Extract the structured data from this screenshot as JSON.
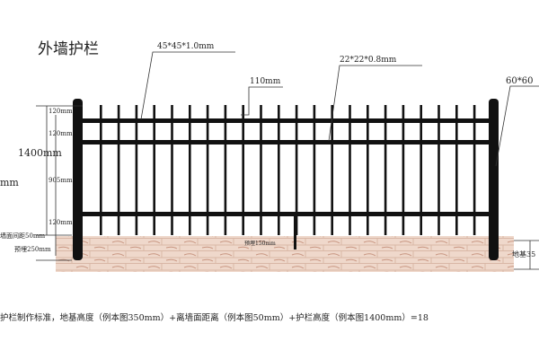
{
  "title": "外墙护栏",
  "labels": {
    "top_rail_spec": "45*45*1.0mm",
    "picket_spec": "22*22*0.8mm",
    "picket_spacing": "110mm",
    "post_spec": "60*60",
    "dim_top_120a": "120mm",
    "dim_top_120b": "120mm",
    "total_height": "1400mm",
    "left_cut": "mm",
    "dim_905": "905mm",
    "dim_bottom_120": "120mm",
    "wall_gap": "墙面间距50mm",
    "embed_250": "预埋250mm",
    "embed_150": "预埋150mm",
    "foundation": "地基35"
  },
  "note": "护栏制作标准，地基高度（例本图350mm）+离墙面距离（例本图50mm）+护栏高度（例本图1400mm）=18",
  "colors": {
    "metal": "#111111",
    "brick": "#e8c9b8",
    "brick_line": "#c99a88"
  }
}
